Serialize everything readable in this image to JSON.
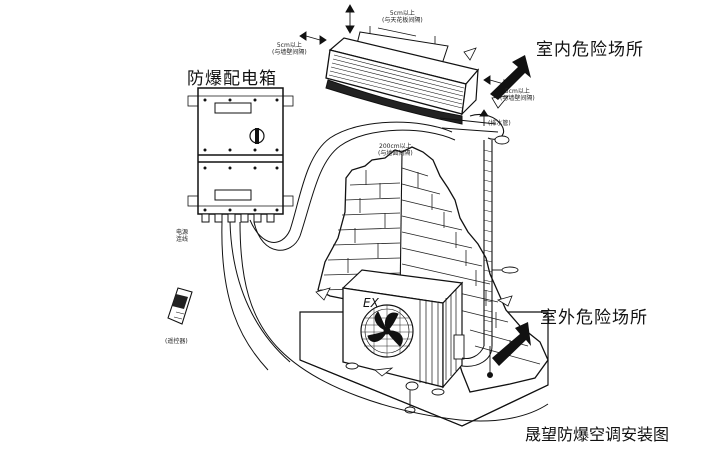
{
  "labels": {
    "ex_box": "防爆配电箱",
    "indoor": "室内危险场所",
    "outdoor": "室外危险场所",
    "caption": "晟望防爆空调安装图",
    "unit_mark": "EX"
  },
  "clearances": {
    "top": [
      "5cm以上",
      "(与天花板间隔)"
    ],
    "left": [
      "5cm以上",
      "(与墙壁间隔)"
    ],
    "right": [
      "5cm以上",
      "(与墙壁间隔)"
    ],
    "outdoor": [
      "200cm以上",
      "(与地面间隔)"
    ]
  },
  "small_notes": {
    "power": [
      "电源",
      "连线"
    ],
    "remote": "(遥控器)",
    "drain": "(排水管)"
  }
}
